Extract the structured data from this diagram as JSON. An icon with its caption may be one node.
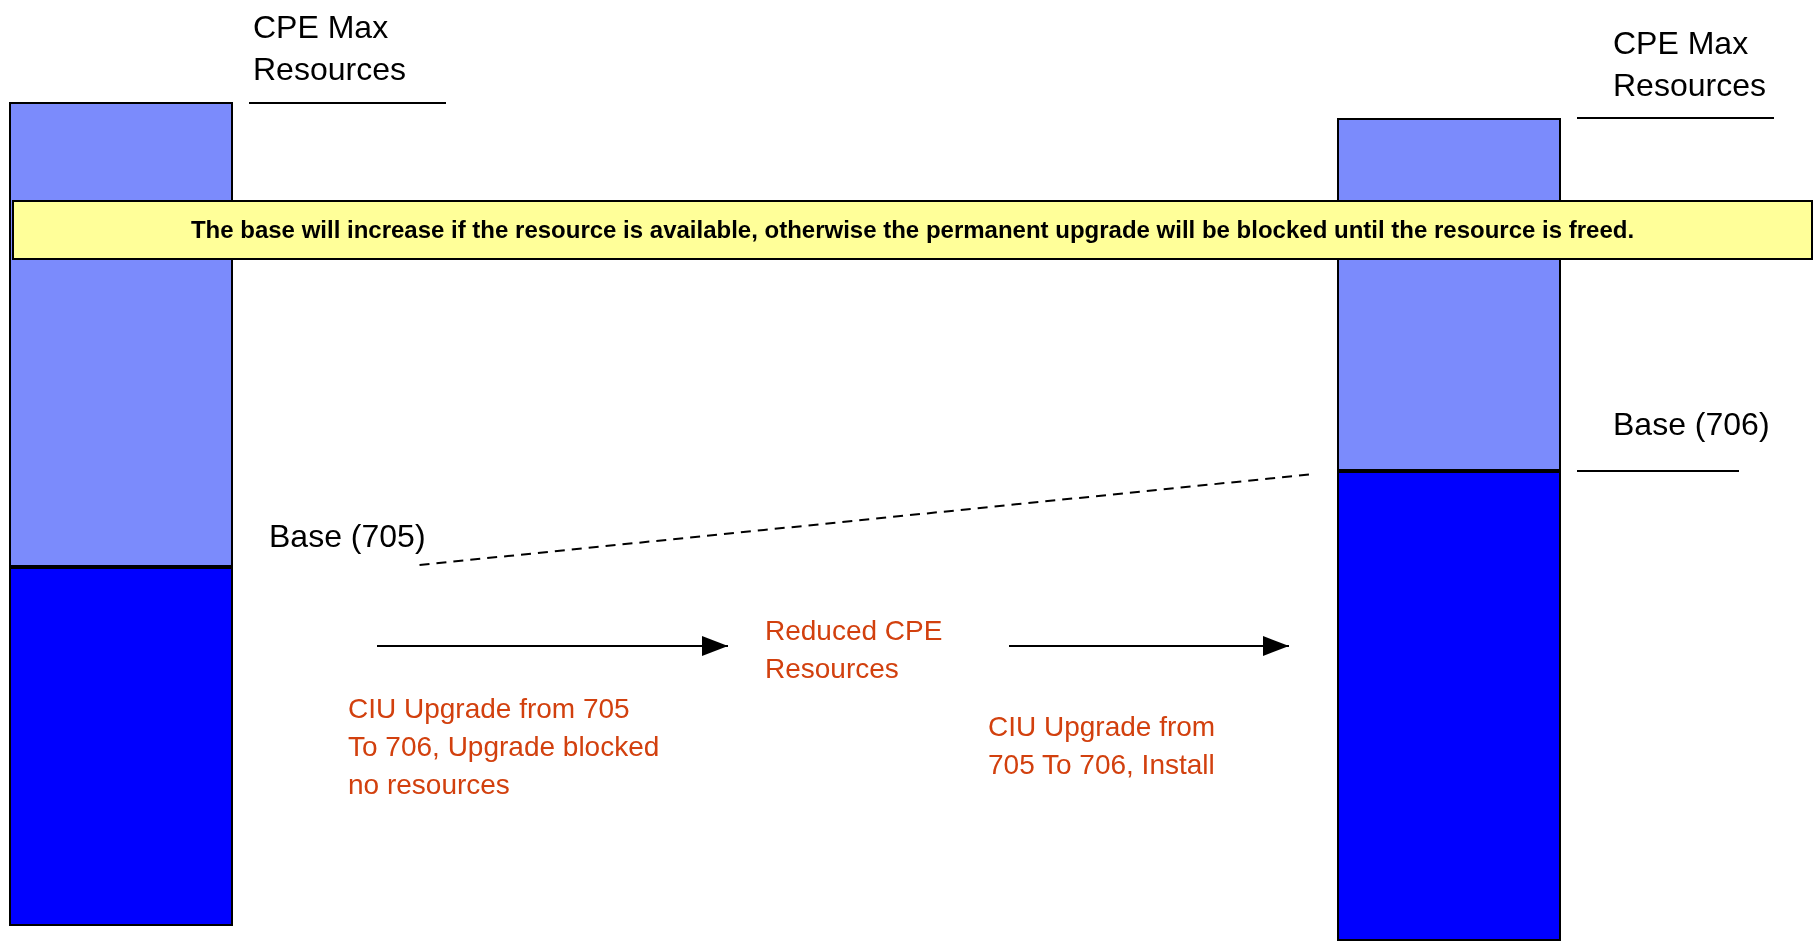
{
  "diagram": {
    "nodes": [
      {
        "text": [],
        "shape": "bar"
      },
      {
        "text": [],
        "shape": "bar"
      },
      {
        "text": [],
        "shape": "bar"
      },
      {
        "text": [],
        "shape": "bar"
      },
      {
        "text": [
          "The base will increase if the resource is available, otherwise the permanent upgrade will be blocked until the resource is freed."
        ]
      },
      {
        "text": [
          "Base (705)"
        ]
      },
      {
        "text": [
          "Reduced CPE Resources"
        ]
      }
    ],
    "edges": [
      {
        "from": null,
        "to": 6,
        "arrow": "to",
        "label": "CIU Upgrade from 705 To 706, Upgrade blocked no resources"
      },
      {
        "from": 6,
        "to": 3,
        "arrow": "to",
        "label": "CIU Upgrade from 705 To 706, Install"
      },
      {
        "from": 5,
        "to": 3,
        "arrow": "none",
        "style": "dashed"
      }
    ],
    "labels": [
      "CPE Max Resources",
      "CPE Max Resources",
      "Base (706)"
    ]
  }
}
